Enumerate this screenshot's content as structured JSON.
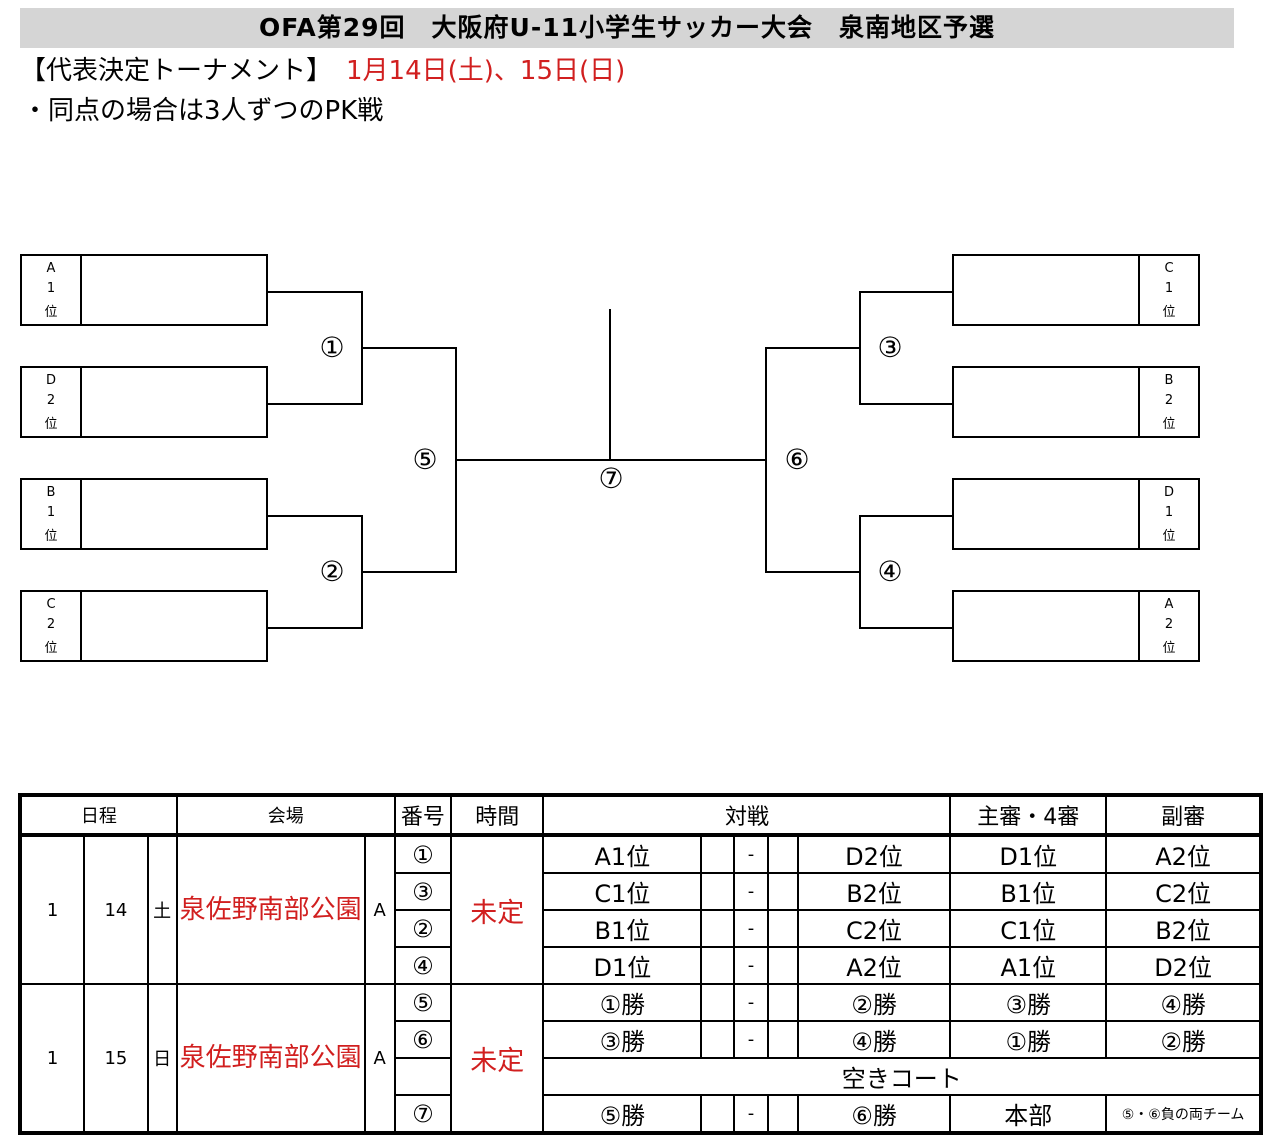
{
  "header": {
    "title": "OFA第29回　大阪府U-11小学生サッカー大会　泉南地区予選",
    "subtitle_label": "【代表決定トーナメント】",
    "subtitle_date": "1月14日(土)、15日(日)",
    "note": "・同点の場合は3人ずつのPK戦"
  },
  "bracket": {
    "left_seeds": [
      {
        "group": "A",
        "rank": "1",
        "suffix": "位"
      },
      {
        "group": "D",
        "rank": "2",
        "suffix": "位"
      },
      {
        "group": "B",
        "rank": "1",
        "suffix": "位"
      },
      {
        "group": "C",
        "rank": "2",
        "suffix": "位"
      }
    ],
    "right_seeds": [
      {
        "group": "C",
        "rank": "1",
        "suffix": "位"
      },
      {
        "group": "B",
        "rank": "2",
        "suffix": "位"
      },
      {
        "group": "D",
        "rank": "1",
        "suffix": "位"
      },
      {
        "group": "A",
        "rank": "2",
        "suffix": "位"
      }
    ],
    "match_numbers": [
      "①",
      "②",
      "③",
      "④",
      "⑤",
      "⑥",
      "⑦"
    ]
  },
  "schedule": {
    "headers": {
      "date": "日程",
      "venue": "会場",
      "number": "番号",
      "time": "時間",
      "match": "対戦",
      "main_ref": "主審・4審",
      "assist_ref": "副審"
    },
    "days": [
      {
        "month": "1",
        "day": "14",
        "weekday": "土",
        "venue": "泉佐野南部公園",
        "court": "A",
        "time": "未定",
        "rows": [
          {
            "no": "①",
            "home": "A1位",
            "dash": "-",
            "away": "D2位",
            "main": "D1位",
            "assist": "A2位"
          },
          {
            "no": "③",
            "home": "C1位",
            "dash": "-",
            "away": "B2位",
            "main": "B1位",
            "assist": "C2位"
          },
          {
            "no": "②",
            "home": "B1位",
            "dash": "-",
            "away": "C2位",
            "main": "C1位",
            "assist": "B2位"
          },
          {
            "no": "④",
            "home": "D1位",
            "dash": "-",
            "away": "A2位",
            "main": "A1位",
            "assist": "D2位"
          }
        ]
      },
      {
        "month": "1",
        "day": "15",
        "weekday": "日",
        "venue": "泉佐野南部公園",
        "court": "A",
        "time": "未定",
        "rows": [
          {
            "no": "⑤",
            "home": "①勝",
            "dash": "-",
            "away": "②勝",
            "main": "③勝",
            "assist": "④勝"
          },
          {
            "no": "⑥",
            "home": "③勝",
            "dash": "-",
            "away": "④勝",
            "main": "①勝",
            "assist": "②勝"
          },
          {
            "no": "",
            "free_court": "空きコート"
          },
          {
            "no": "⑦",
            "home": "⑤勝",
            "dash": "-",
            "away": "⑥勝",
            "main": "本部",
            "assist": "⑤・⑥負の両チーム"
          }
        ]
      }
    ]
  }
}
